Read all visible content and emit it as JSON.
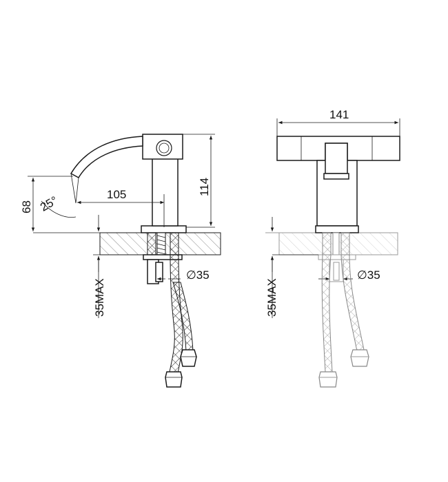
{
  "side_view": {
    "dim_spout_reach": "105",
    "dim_spout_height": "68",
    "dim_total_height": "114",
    "dim_angle": "25°",
    "dim_hole_diameter": "∅35",
    "dim_counter_thickness": "35MAX"
  },
  "front_view": {
    "dim_width": "141",
    "dim_hole_diameter": "∅35",
    "dim_counter_thickness": "35MAX"
  },
  "colors": {
    "line": "#1a1a1a",
    "hatch_dark": "#555555",
    "hatch_light": "#bdbdbd"
  }
}
